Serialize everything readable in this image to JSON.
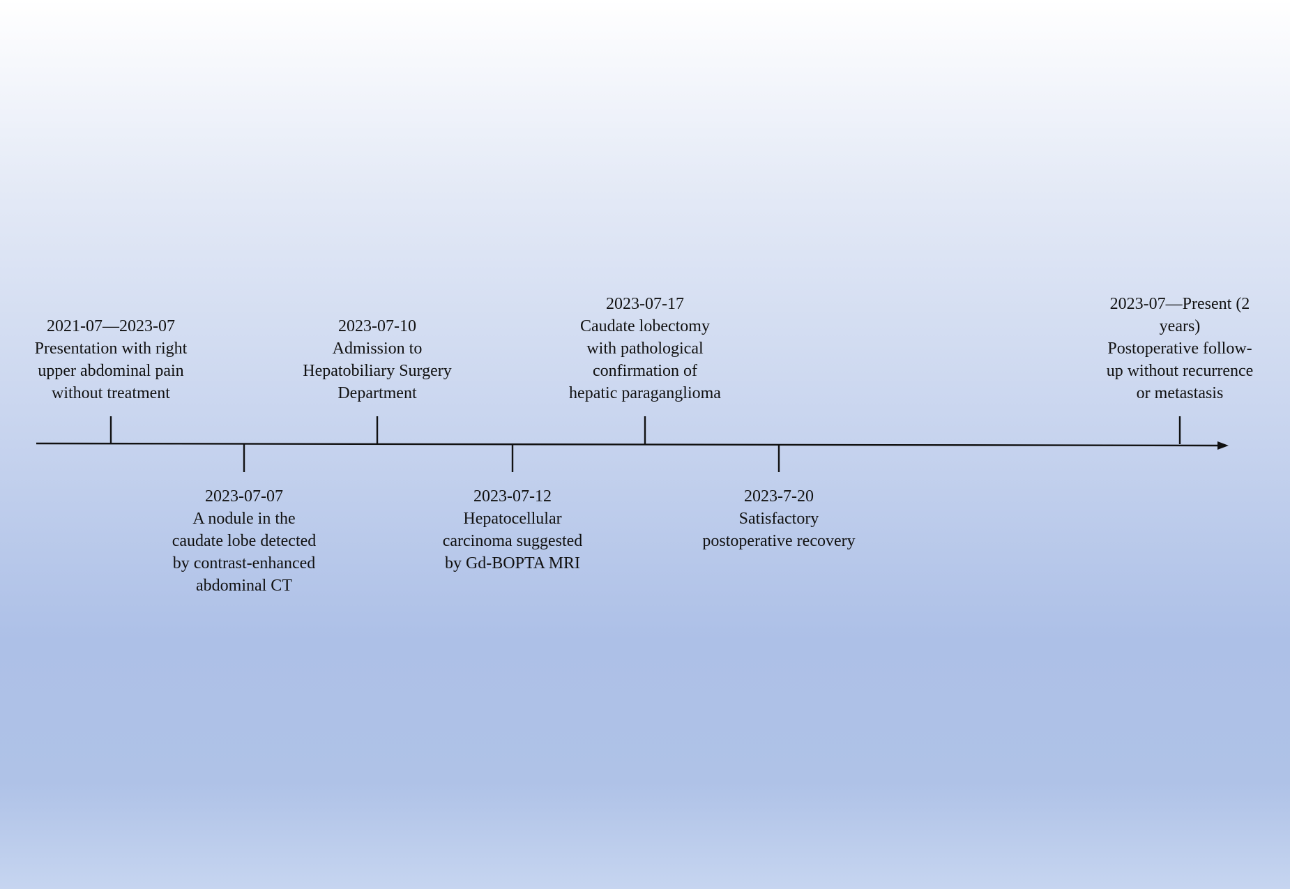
{
  "timeline": {
    "events": [
      {
        "id": "onset",
        "position": "above",
        "date": "2021-07—2023-07",
        "lines": [
          "Presentation with right",
          "upper abdominal pain",
          "without treatment"
        ]
      },
      {
        "id": "ct",
        "position": "below",
        "date": "2023-07-07",
        "lines": [
          "A nodule in the",
          "caudate lobe detected",
          "by contrast-enhanced",
          "abdominal CT"
        ]
      },
      {
        "id": "admission",
        "position": "above",
        "date": "2023-07-10",
        "lines": [
          "Admission to",
          "Hepatobiliary Surgery",
          "Department"
        ]
      },
      {
        "id": "mri",
        "position": "below",
        "date": "2023-07-12",
        "lines": [
          "Hepatocellular",
          "carcinoma suggested",
          "by Gd-BOPTA MRI"
        ]
      },
      {
        "id": "surgery",
        "position": "above",
        "date": "2023-07-17",
        "lines": [
          "Caudate lobectomy",
          "with pathological",
          "confirmation of",
          "hepatic paraganglioma"
        ]
      },
      {
        "id": "recovery",
        "position": "below",
        "date": "2023-7-20",
        "lines": [
          "Satisfactory",
          "postoperative recovery"
        ]
      },
      {
        "id": "followup",
        "position": "above",
        "date": "2023-07—Present (2",
        "lines": [
          "years)",
          "Postoperative follow-",
          "up without recurrence",
          "or metastasis"
        ]
      }
    ]
  },
  "colors": {
    "line": "#111111",
    "text": "#111111"
  }
}
